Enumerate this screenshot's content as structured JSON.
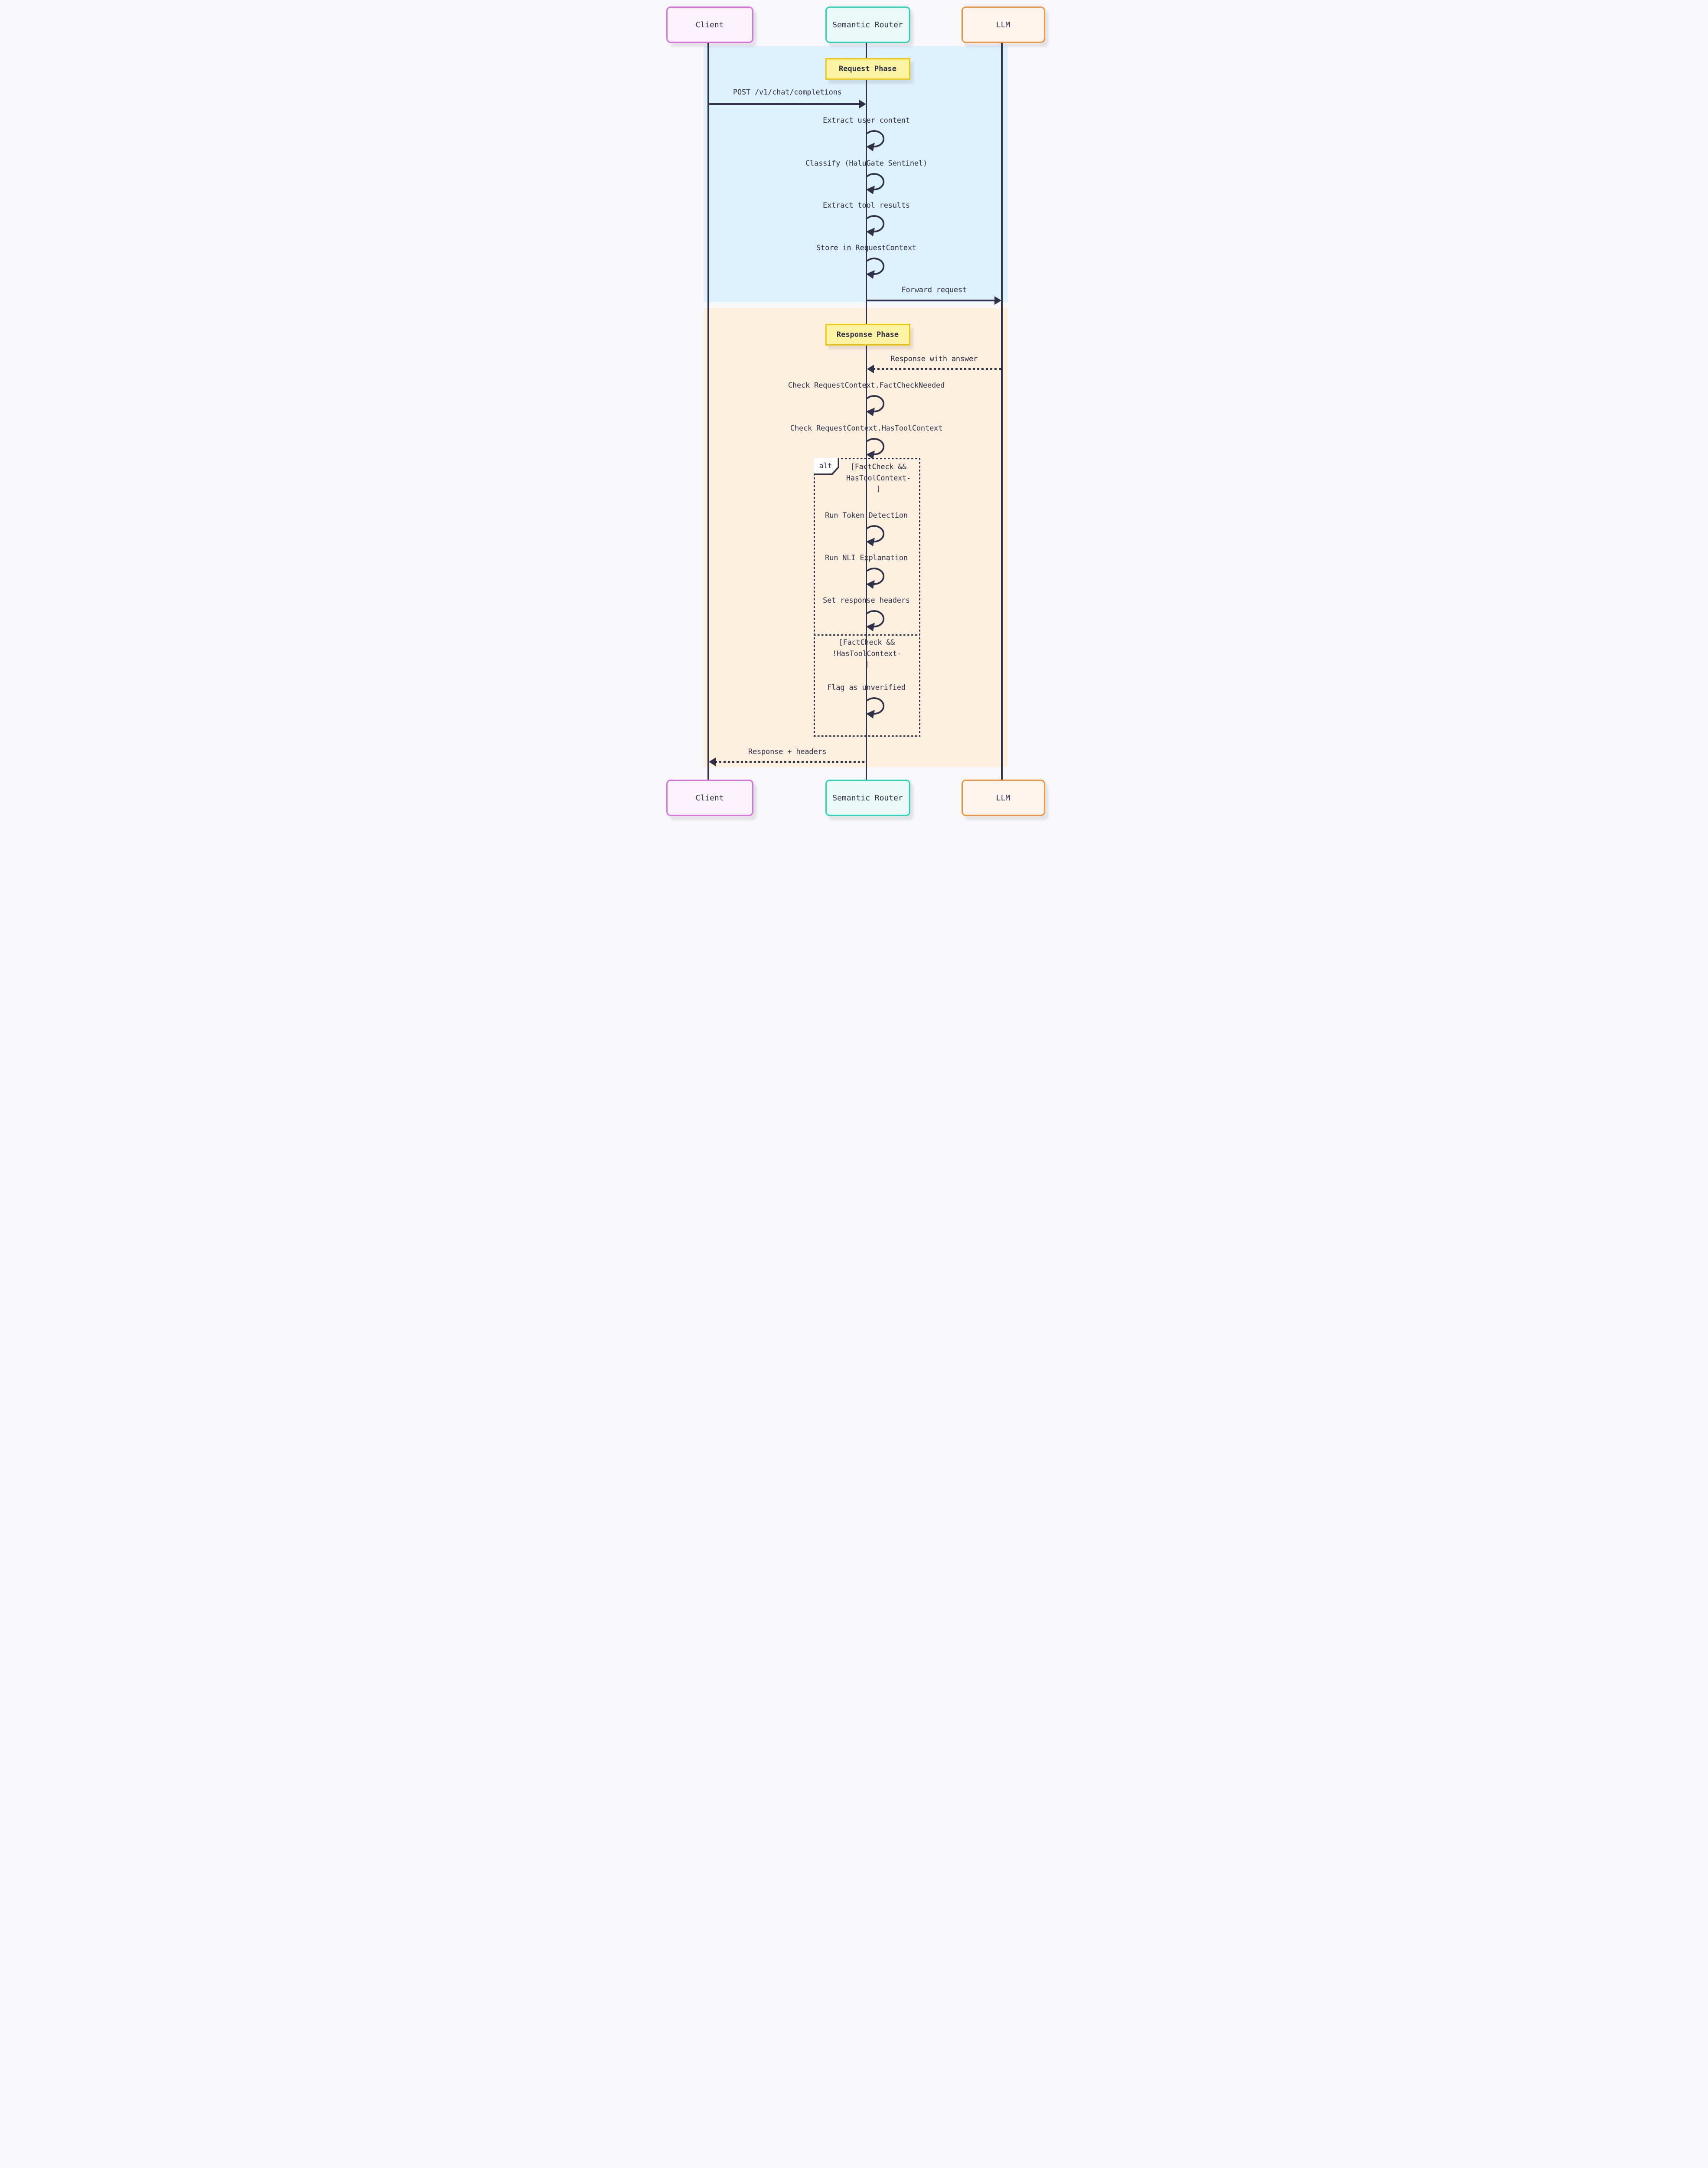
{
  "diagram": {
    "participants": [
      {
        "id": "client",
        "label": "Client"
      },
      {
        "id": "router",
        "label": "Semantic Router"
      },
      {
        "id": "llm",
        "label": "LLM"
      }
    ],
    "phase_notes": [
      {
        "label": "Request Phase"
      },
      {
        "label": "Response Phase"
      }
    ],
    "messages": [
      {
        "type": "message",
        "style": "solid",
        "from": "client",
        "to": "router",
        "label": "POST /v1/chat/completions"
      },
      {
        "type": "self",
        "actor": "router",
        "label": "Extract user content"
      },
      {
        "type": "self",
        "actor": "router",
        "label": "Classify (HaluGate Sentinel)"
      },
      {
        "type": "self",
        "actor": "router",
        "label": "Extract tool results"
      },
      {
        "type": "self",
        "actor": "router",
        "label": "Store in RequestContext"
      },
      {
        "type": "message",
        "style": "solid",
        "from": "router",
        "to": "llm",
        "label": "Forward request"
      },
      {
        "type": "message",
        "style": "dashed",
        "from": "llm",
        "to": "router",
        "label": "Response with answer"
      },
      {
        "type": "self",
        "actor": "router",
        "label": "Check RequestContext.FactCheckNeeded"
      },
      {
        "type": "self",
        "actor": "router",
        "label": "Check RequestContext.HasToolContext"
      },
      {
        "type": "self",
        "actor": "router",
        "label": "Run Token Detection"
      },
      {
        "type": "self",
        "actor": "router",
        "label": "Run NLI Explanation"
      },
      {
        "type": "self",
        "actor": "router",
        "label": "Set response headers"
      },
      {
        "type": "self",
        "actor": "router",
        "label": "Flag as unverified"
      },
      {
        "type": "message",
        "style": "dashed",
        "from": "router",
        "to": "client",
        "label": "Response + headers"
      }
    ],
    "alt_frame": {
      "keyword": "alt",
      "if_condition_lines": [
        "[FactCheck &&",
        "HasToolContext-",
        "]"
      ],
      "else_condition_lines": [
        "[FactCheck &&",
        "!HasToolContext-",
        "]"
      ]
    },
    "colors": {
      "background": "#f8f8fa",
      "ink": "#31314a",
      "client_fill": "#fcf2fd",
      "client_border": "#de6fe1",
      "router_fill": "#eafaf6",
      "router_border": "#2bd3b5",
      "llm_fill": "#fdf4eb",
      "llm_border": "#f0923e",
      "note_fill": "#fdf3a3",
      "note_border": "#eec60f",
      "request_phase_fill": "#ddf1fd",
      "response_phase_fill": "#fdf0df"
    }
  }
}
